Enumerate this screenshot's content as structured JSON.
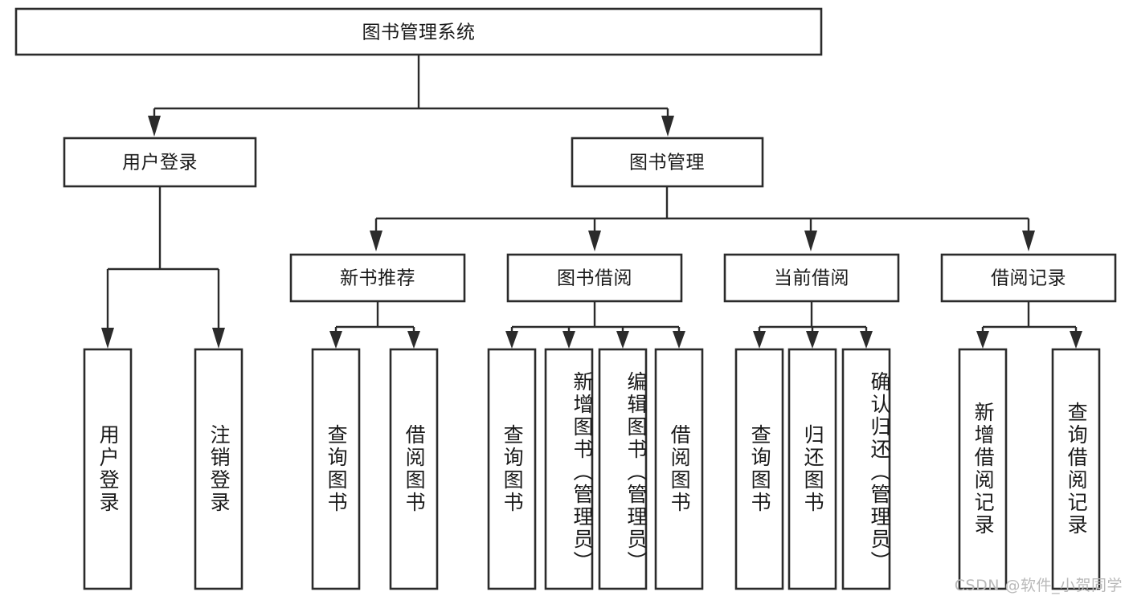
{
  "diagram": {
    "title": "图书管理系统",
    "type": "tree-hierarchy",
    "watermark": "CSDN @软件_小贺同学",
    "colors": {
      "box_stroke": "#2b2b2b",
      "box_fill": "#ffffff",
      "text": "#1a1a1a",
      "background": "#ffffff",
      "watermark": "#b9b9b9"
    },
    "root": {
      "label": "图书管理系统"
    },
    "level2": [
      {
        "label": "用户登录"
      },
      {
        "label": "图书管理"
      }
    ],
    "level3": [
      {
        "label": "新书推荐"
      },
      {
        "label": "图书借阅"
      },
      {
        "label": "当前借阅"
      },
      {
        "label": "借阅记录"
      }
    ],
    "leaves": {
      "user_login": [
        {
          "label": "用户登录"
        },
        {
          "label": "注销登录"
        }
      ],
      "new_book_recommend": [
        {
          "label": "查询图书"
        },
        {
          "label": "借阅图书"
        }
      ],
      "book_borrow": [
        {
          "label": "查询图书"
        },
        {
          "label": "新增图书（管理员）"
        },
        {
          "label": "编辑图书（管理员）"
        },
        {
          "label": "借阅图书"
        }
      ],
      "current_borrow": [
        {
          "label": "查询图书"
        },
        {
          "label": "归还图书"
        },
        {
          "label": "确认归还（管理员）"
        }
      ],
      "borrow_record": [
        {
          "label": "新增借阅记录"
        },
        {
          "label": "查询借阅记录"
        }
      ]
    }
  }
}
